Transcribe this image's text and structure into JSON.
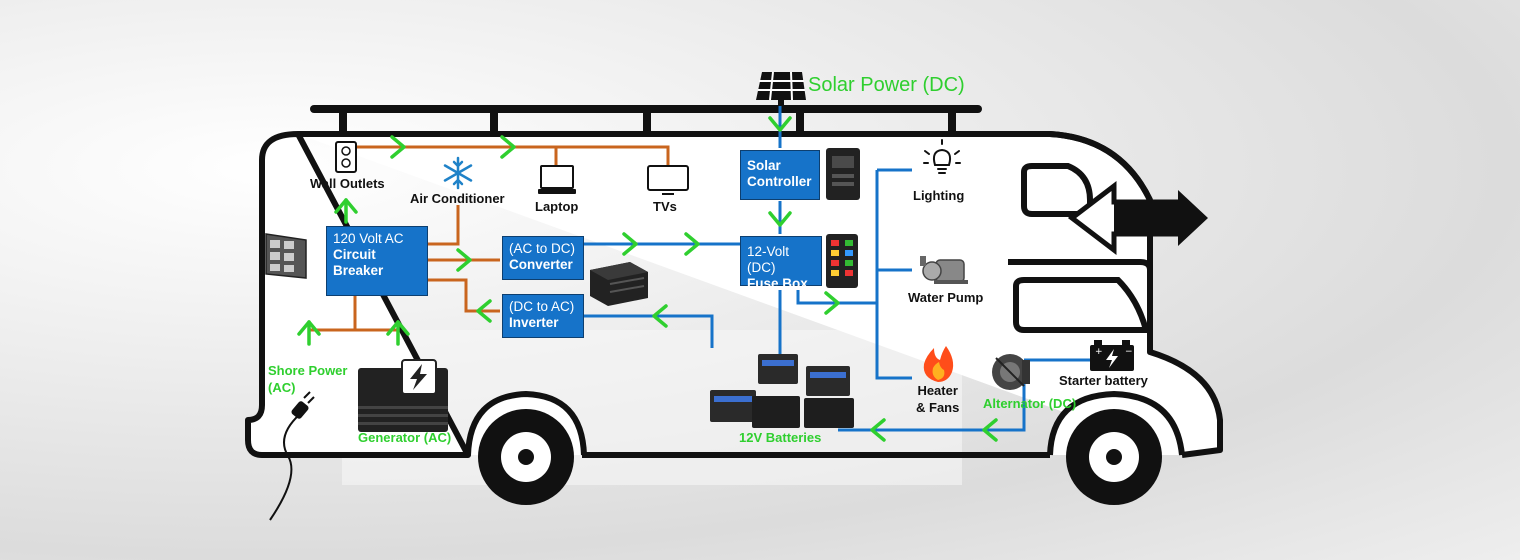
{
  "title": "Solar Power (DC)",
  "colors": {
    "ac_line": "#c9651e",
    "dc_line": "#1673c9",
    "arrow": "#2fcf2f",
    "box_fill": "#1673c9",
    "outline": "#111111"
  },
  "boxes": {
    "circuit_breaker": {
      "line1": "120 Volt AC",
      "line2": "Circuit",
      "line3": "Breaker"
    },
    "converter": {
      "line1": "(AC to DC)",
      "line2": "Converter"
    },
    "inverter": {
      "line1": "(DC to AC)",
      "line2": "Inverter"
    },
    "solar_controller": {
      "line1": "Solar",
      "line2": "Controller"
    },
    "fuse_box": {
      "line1": "12-Volt (DC)",
      "line2": "Fuse Box"
    }
  },
  "labels": {
    "wall_outlets": "Wall Outlets",
    "air_conditioner": "Air Conditioner",
    "laptop": "Laptop",
    "tvs": "TVs",
    "lighting": "Lighting",
    "water_pump": "Water Pump",
    "heater_line1": "Heater",
    "heater_line2": "& Fans",
    "starter_battery": "Starter battery",
    "alternator": "Alternator (DC)",
    "batteries": "12V Batteries",
    "shore_power_line1": "Shore Power",
    "shore_power_line2": "(AC)",
    "generator": "Generator (AC)"
  },
  "icons": {
    "solar_panel": "solar-panel-icon",
    "wall_outlet": "wall-outlet-icon",
    "snowflake": "snowflake-icon",
    "laptop": "laptop-icon",
    "tv": "tv-icon",
    "controller_device": "charge-controller-icon",
    "fuse_panel": "fuse-panel-icon",
    "lightbulb": "lightbulb-icon",
    "pump": "water-pump-icon",
    "flame": "flame-icon",
    "battery_bank": "battery-bank-icon",
    "starter": "car-battery-icon",
    "alternator": "alternator-icon",
    "breaker_panel": "breaker-panel-icon",
    "inverter_device": "inverter-device-icon",
    "generator": "generator-icon",
    "plug": "power-plug-icon"
  }
}
